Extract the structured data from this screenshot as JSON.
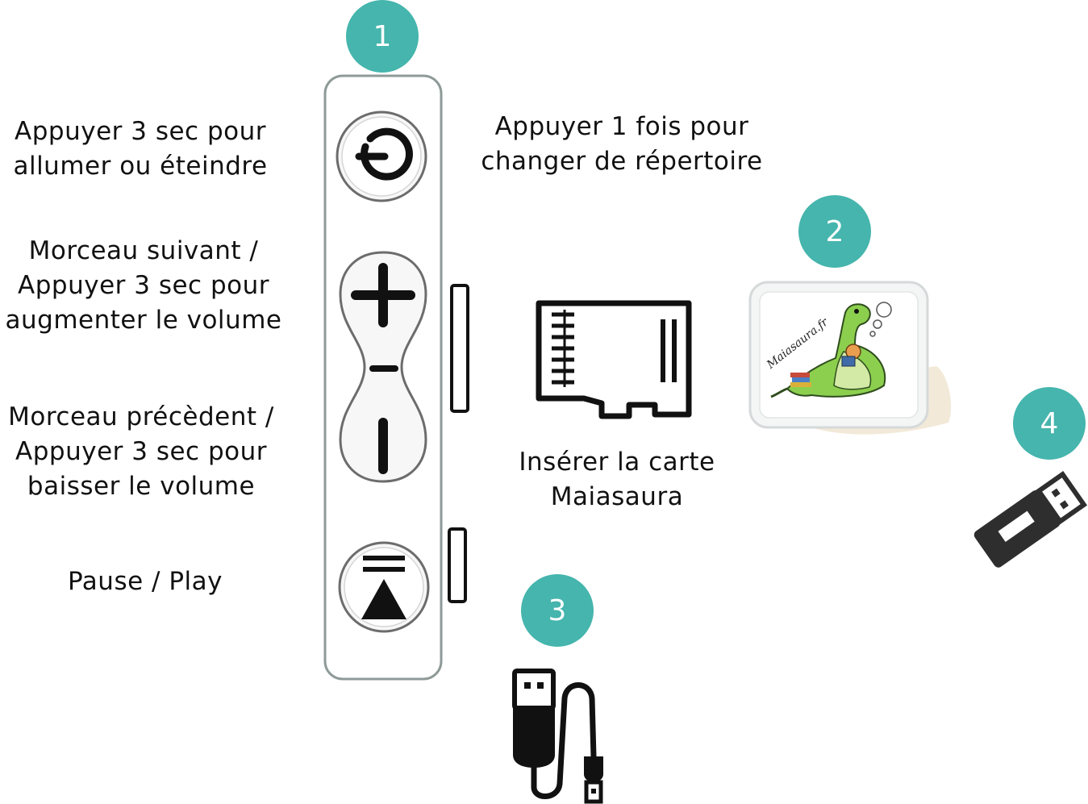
{
  "colors": {
    "badge": "#45b5ad",
    "ink": "#111111",
    "device_outline": "#8e9a98"
  },
  "badges": [
    "1",
    "2",
    "3",
    "4"
  ],
  "labels": {
    "power": [
      "Appuyer 3 sec pour",
      "allumer ou éteindre"
    ],
    "next": [
      "Morceau suivant /",
      "Appuyer 3 sec pour",
      "augmenter le volume"
    ],
    "previous": [
      "Morceau précèdent /",
      "Appuyer 3 sec pour",
      "baisser le volume"
    ],
    "pause": [
      "Pause / Play"
    ],
    "directory": [
      "Appuyer 1 fois pour",
      "changer de répertoire"
    ],
    "insert_card": [
      "Insérer la carte",
      "Maiasaura"
    ]
  },
  "card_logo_text": "Maiasaura.fr",
  "icons": {
    "power": "power-icon",
    "plus": "plus-icon",
    "minus": "minus-icon",
    "play_pause": "play-pause-icon",
    "sd_card": "micro-sd-card-icon",
    "usb_cable": "usb-cable-icon",
    "usb_stick": "usb-stick-icon",
    "card": "maiasaura-card-illustration"
  }
}
